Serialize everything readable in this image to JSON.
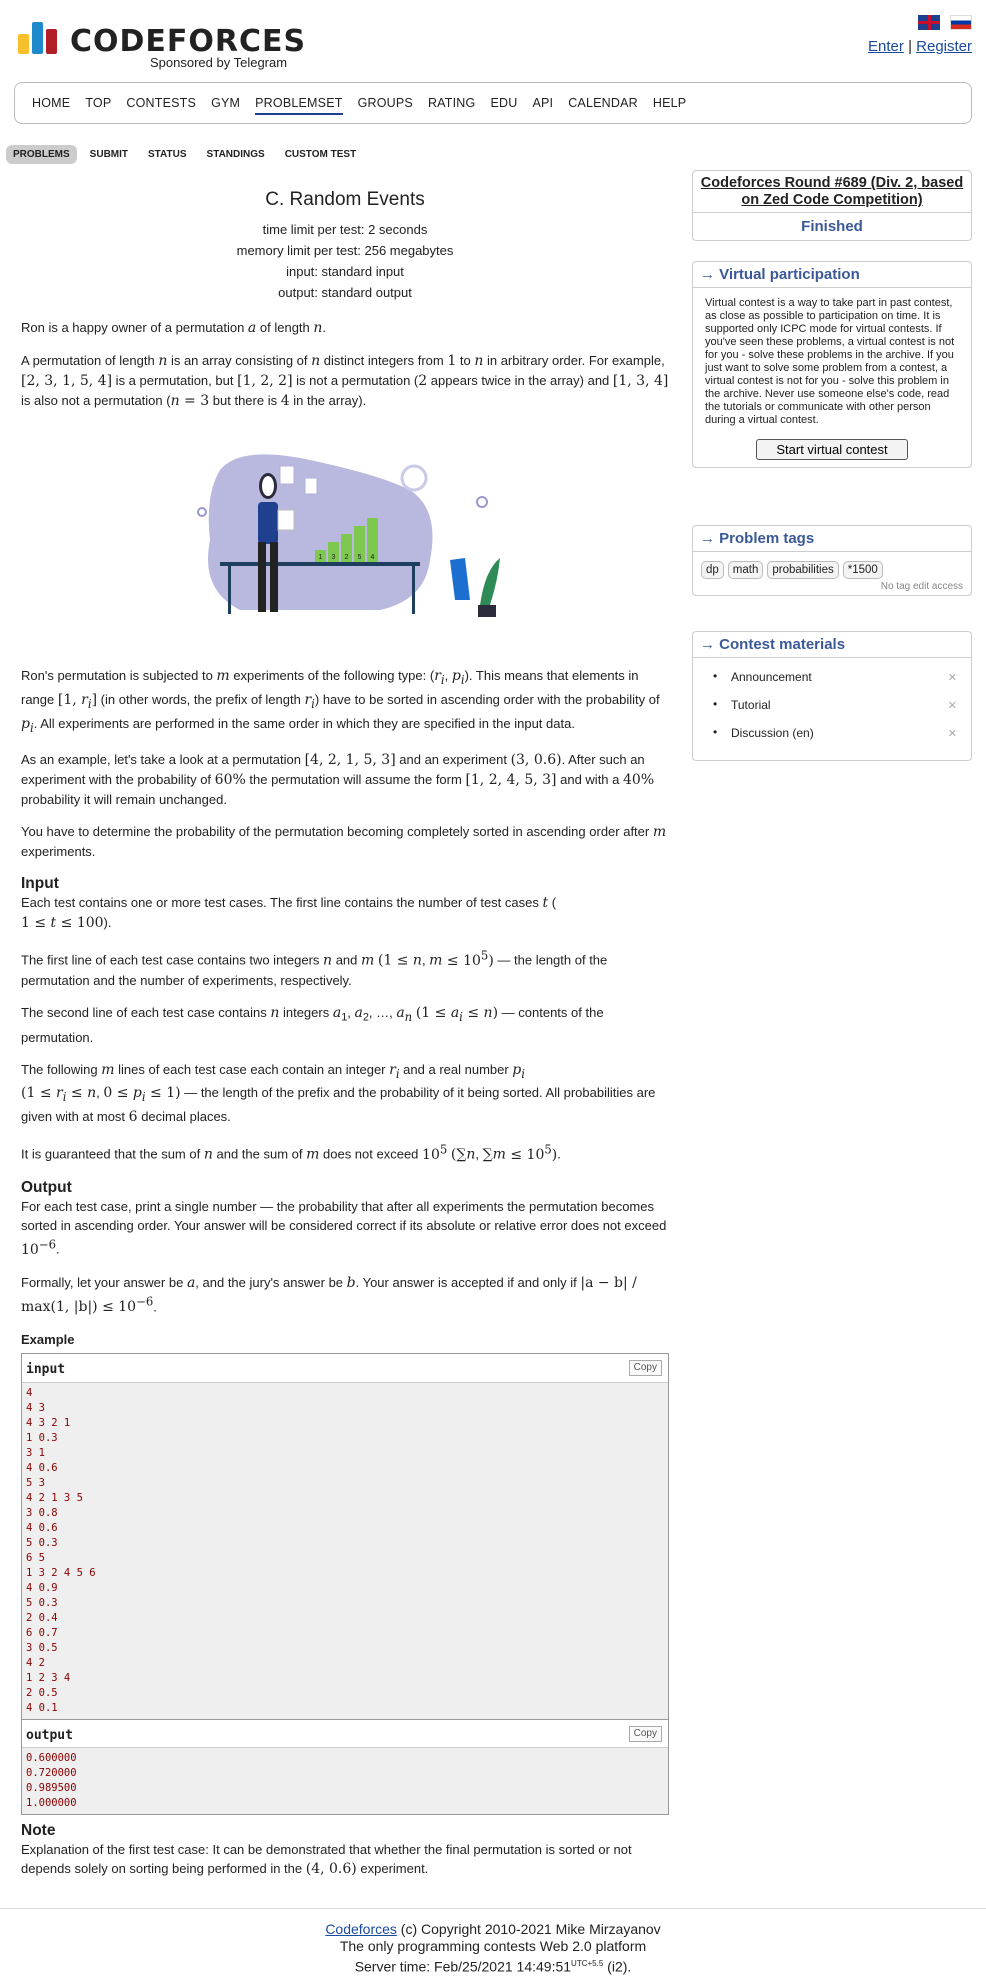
{
  "header": {
    "logo_text": "CODEFORCES",
    "logo_sub": "Sponsored by Telegram",
    "enter": "Enter",
    "separator": "|",
    "register": "Register",
    "flags": [
      "uk-flag-icon",
      "ru-flag-icon"
    ]
  },
  "nav": {
    "items": [
      "HOME",
      "TOP",
      "CONTESTS",
      "GYM",
      "PROBLEMSET",
      "GROUPS",
      "RATING",
      "EDU",
      "API",
      "CALENDAR",
      "HELP"
    ],
    "active": "PROBLEMSET"
  },
  "subnav": {
    "items": [
      "PROBLEMS",
      "SUBMIT",
      "STATUS",
      "STANDINGS",
      "CUSTOM TEST"
    ],
    "active": "PROBLEMS"
  },
  "problem": {
    "title": "C. Random Events",
    "time_limit": "time limit per test: 2 seconds",
    "memory_limit": "memory limit per test: 256 megabytes",
    "input": "input: standard input",
    "output": "output: standard output",
    "input_title": "Input",
    "output_title": "Output",
    "example_title": "Example",
    "note_title": "Note",
    "note_text": "Explanation of the first test case: It can be demonstrated that whether the final permutation is sorted or not depends solely on sorting being performed in the",
    "note_tail": "experiment."
  },
  "examples": {
    "input_label": "input",
    "output_label": "output",
    "copy_label": "Copy",
    "input_lines": "4\n4 3\n4 3 2 1\n1 0.3\n3 1\n4 0.6\n5 3\n4 2 1 3 5\n3 0.8\n4 0.6\n5 0.3\n6 5\n1 3 2 4 5 6\n4 0.9\n5 0.3\n2 0.4\n6 0.7\n3 0.5\n4 2\n1 2 3 4\n2 0.5\n4 0.1",
    "output_lines": "0.600000\n0.720000\n0.989500\n1.000000"
  },
  "sidebar": {
    "contest_name": "Codeforces Round #689 (Div. 2, based on Zed Code Competition)",
    "contest_state": "Finished",
    "virtual_title": "→ Virtual participation",
    "virtual_text": "Virtual contest is a way to take part in past contest, as close as possible to participation on time. It is supported only ICPC mode for virtual contests. If you've seen these problems, a virtual contest is not for you - solve these problems in the archive. If you just want to solve some problem from a contest, a virtual contest is not for you - solve this problem in the archive. Never use someone else's code, read the tutorials or communicate with other person during a virtual contest.",
    "virtual_button": "Start virtual contest",
    "tags_title": "→ Problem tags",
    "tags": [
      "dp",
      "math",
      "probabilities",
      "*1500"
    ],
    "tags_note": "No tag edit access",
    "materials_title": "→ Contest materials",
    "materials": [
      "Announcement",
      "Tutorial",
      "Discussion (en)"
    ]
  },
  "illustration": {
    "bar_labels": [
      "1",
      "3",
      "2",
      "5",
      "4"
    ]
  },
  "footer": {
    "link": "Codeforces",
    "copyright": "(c) Copyright 2010-2021 Mike Mirzayanov",
    "tagline": "The only programming contests Web 2.0 platform",
    "server_time": "Server time: Feb/25/2021 14:49:51",
    "tz": "UTC+5.5",
    "instance": "(i2)."
  }
}
